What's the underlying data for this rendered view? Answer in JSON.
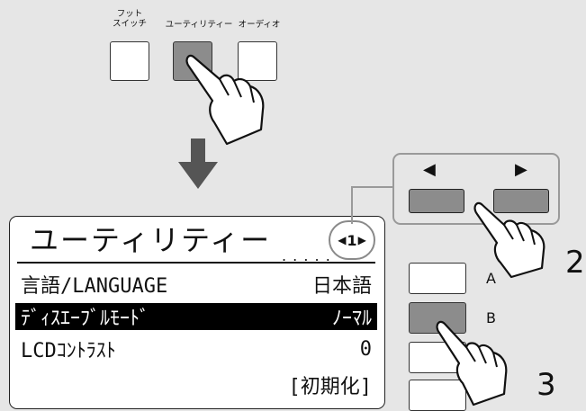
{
  "top_buttons": [
    {
      "label": "フット\nスイッチ",
      "state": "normal"
    },
    {
      "label": "ユーティリティー",
      "state": "pressed"
    },
    {
      "label": "オーディオ",
      "state": "normal"
    }
  ],
  "lcd": {
    "title": "ユーティリティー",
    "page_dots": ". . . . .",
    "page_number": "1",
    "rows": [
      {
        "label": "言語/LANGUAGE",
        "value": "日本語",
        "selected": false
      },
      {
        "label": "ﾃﾞｨｽｴｰﾌﾞﾙﾓｰﾄﾞ",
        "value": "ﾉｰﾏﾙ",
        "selected": true
      },
      {
        "label": "LCDｺﾝﾄﾗｽﾄ",
        "value": "0",
        "selected": false
      },
      {
        "label": "",
        "value": "[初期化]",
        "selected": false
      }
    ]
  },
  "cursor_buttons": {
    "left_glyph": "◀",
    "right_glyph": "▶"
  },
  "side_buttons": [
    {
      "letter": "A",
      "state": "normal"
    },
    {
      "letter": "B",
      "state": "pressed"
    },
    {
      "letter": "",
      "state": "normal"
    },
    {
      "letter": "",
      "state": "normal"
    }
  ],
  "steps": {
    "step2": "2",
    "step3": "3"
  },
  "colors": {
    "pressed_button": "#8c8c8c",
    "background": "#e6e6e6",
    "highlight_row": "#000000"
  }
}
